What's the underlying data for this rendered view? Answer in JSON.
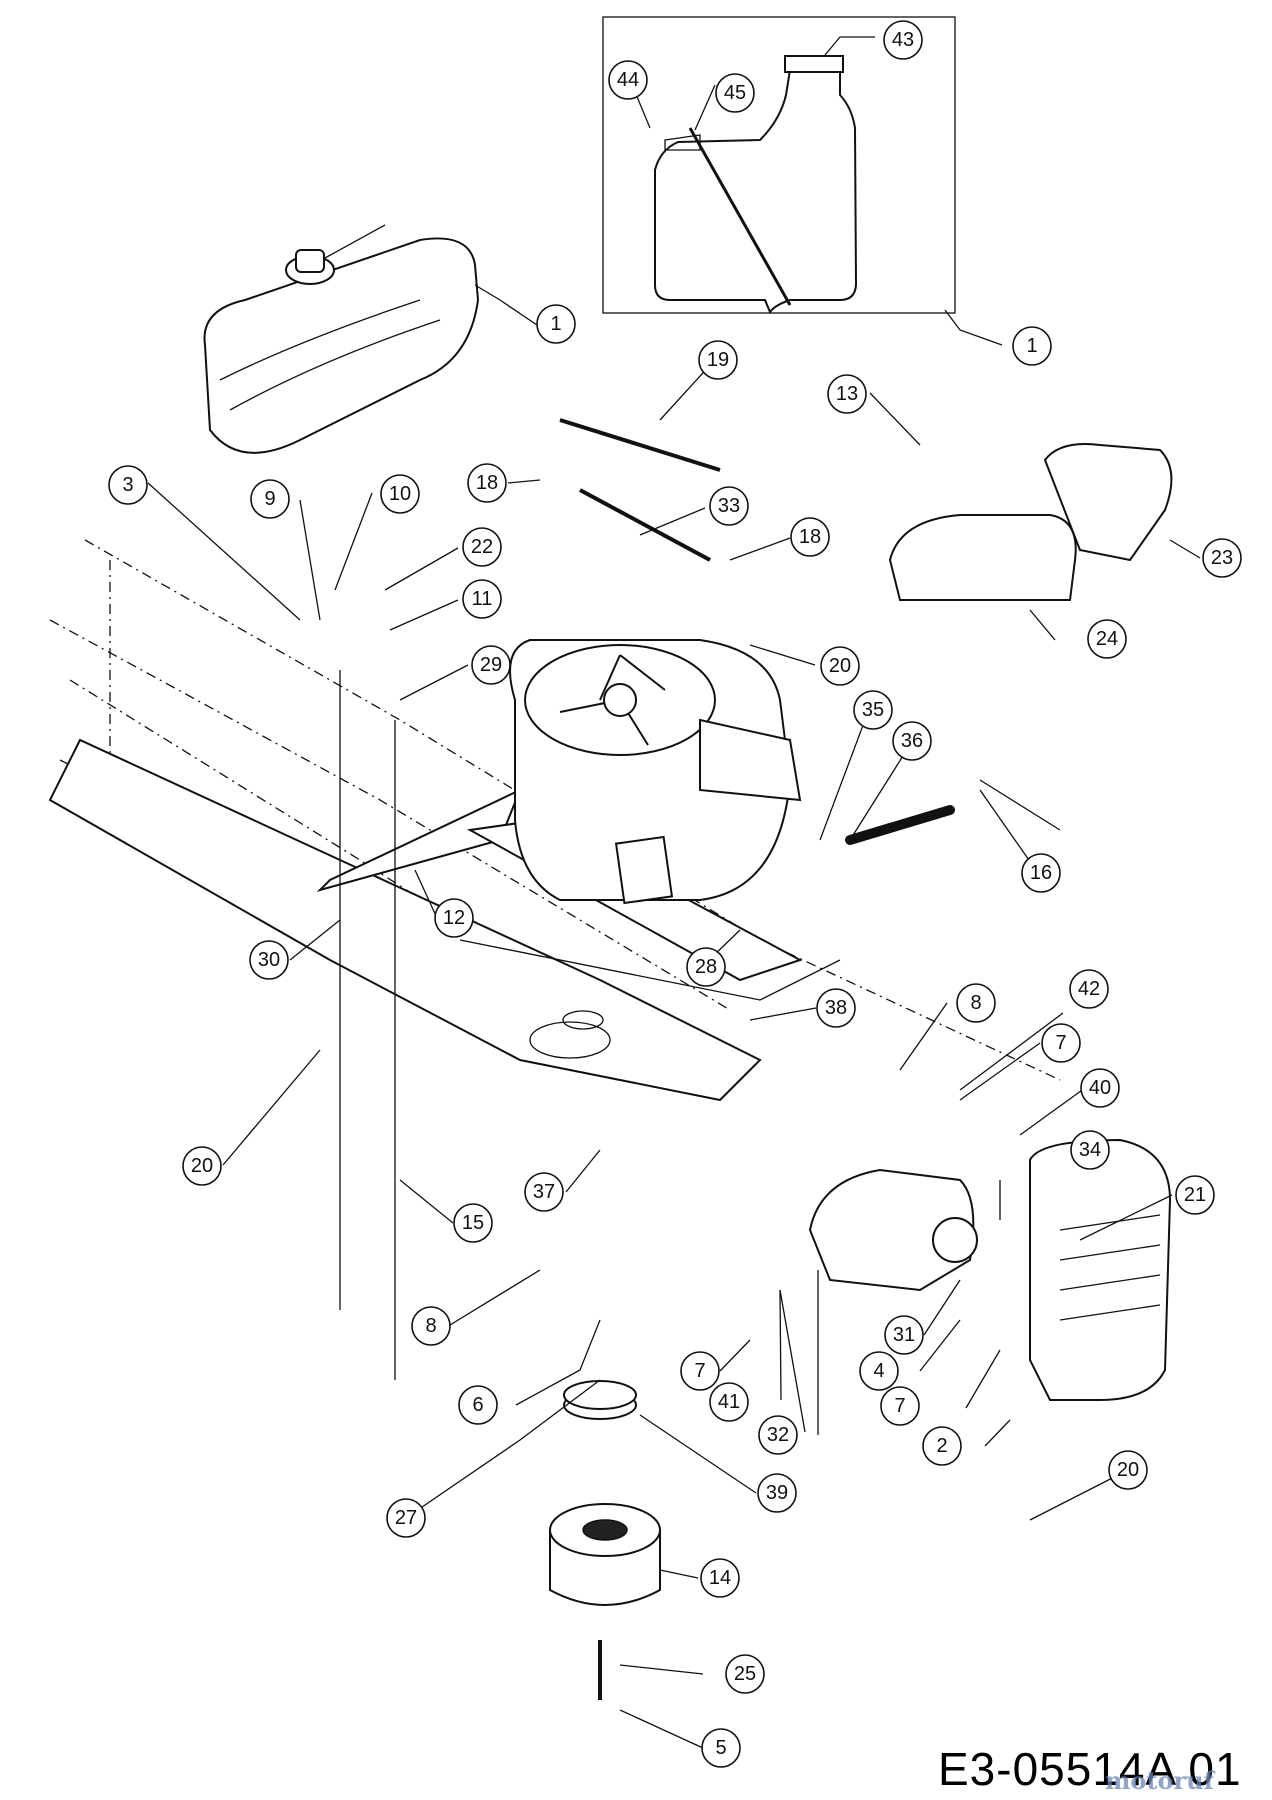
{
  "reference_code": "E3-05514A 01",
  "watermark": "motoruf",
  "callouts": [
    {
      "id": "c43a",
      "label": "43"
    },
    {
      "id": "c44",
      "label": "44"
    },
    {
      "id": "c45",
      "label": "45"
    },
    {
      "id": "c1a",
      "label": "1"
    },
    {
      "id": "c1b",
      "label": "1"
    },
    {
      "id": "c19",
      "label": "19"
    },
    {
      "id": "c13",
      "label": "13"
    },
    {
      "id": "c3",
      "label": "3"
    },
    {
      "id": "c9",
      "label": "9"
    },
    {
      "id": "c10",
      "label": "10"
    },
    {
      "id": "c18a",
      "label": "18"
    },
    {
      "id": "c33",
      "label": "33"
    },
    {
      "id": "c18b",
      "label": "18"
    },
    {
      "id": "c22",
      "label": "22"
    },
    {
      "id": "c11",
      "label": "11"
    },
    {
      "id": "c23",
      "label": "23"
    },
    {
      "id": "c24",
      "label": "24"
    },
    {
      "id": "c29",
      "label": "29"
    },
    {
      "id": "c20a",
      "label": "20"
    },
    {
      "id": "c35",
      "label": "35"
    },
    {
      "id": "c36",
      "label": "36"
    },
    {
      "id": "c16",
      "label": "16"
    },
    {
      "id": "c12",
      "label": "12"
    },
    {
      "id": "c30",
      "label": "30"
    },
    {
      "id": "c28",
      "label": "28"
    },
    {
      "id": "c38",
      "label": "38"
    },
    {
      "id": "c8a",
      "label": "8"
    },
    {
      "id": "c42",
      "label": "42"
    },
    {
      "id": "c7a",
      "label": "7"
    },
    {
      "id": "c40",
      "label": "40"
    },
    {
      "id": "c34",
      "label": "34"
    },
    {
      "id": "c21",
      "label": "21"
    },
    {
      "id": "c20b",
      "label": "20"
    },
    {
      "id": "c37",
      "label": "37"
    },
    {
      "id": "c15",
      "label": "15"
    },
    {
      "id": "c8b",
      "label": "8"
    },
    {
      "id": "c31",
      "label": "31"
    },
    {
      "id": "c4",
      "label": "4"
    },
    {
      "id": "c7b",
      "label": "7"
    },
    {
      "id": "c7c",
      "label": "7"
    },
    {
      "id": "c6",
      "label": "6"
    },
    {
      "id": "c41",
      "label": "41"
    },
    {
      "id": "c2",
      "label": "2"
    },
    {
      "id": "c32",
      "label": "32"
    },
    {
      "id": "c20c",
      "label": "20"
    },
    {
      "id": "c27",
      "label": "27"
    },
    {
      "id": "c39",
      "label": "39"
    },
    {
      "id": "c14",
      "label": "14"
    },
    {
      "id": "c25",
      "label": "25"
    },
    {
      "id": "c5",
      "label": "5"
    }
  ]
}
